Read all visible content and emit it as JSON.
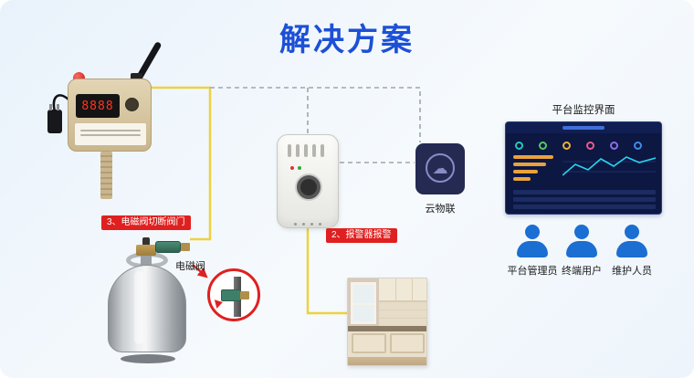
{
  "title": "解决方案",
  "detector": {
    "display": "8888"
  },
  "cloud": {
    "icon": "☁",
    "label": "云物联"
  },
  "platform": {
    "title": "平台监控界面",
    "users": [
      {
        "label": "平台管理员"
      },
      {
        "label": "终端用户"
      },
      {
        "label": "维护人员"
      }
    ]
  },
  "annotations": {
    "step2": "2、报警器报警",
    "step3": "3、电磁阀切断阀门",
    "valve": "电磁阀"
  },
  "colors": {
    "title_blue": "#1c50d6",
    "badge_red": "#e02020",
    "wire_yellow": "#edd23e",
    "dashed_gray": "#9fa6ad",
    "cloud_bg": "#252a52",
    "user_blue": "#1b6ed2",
    "dashboard_bg": "#0c1742"
  }
}
